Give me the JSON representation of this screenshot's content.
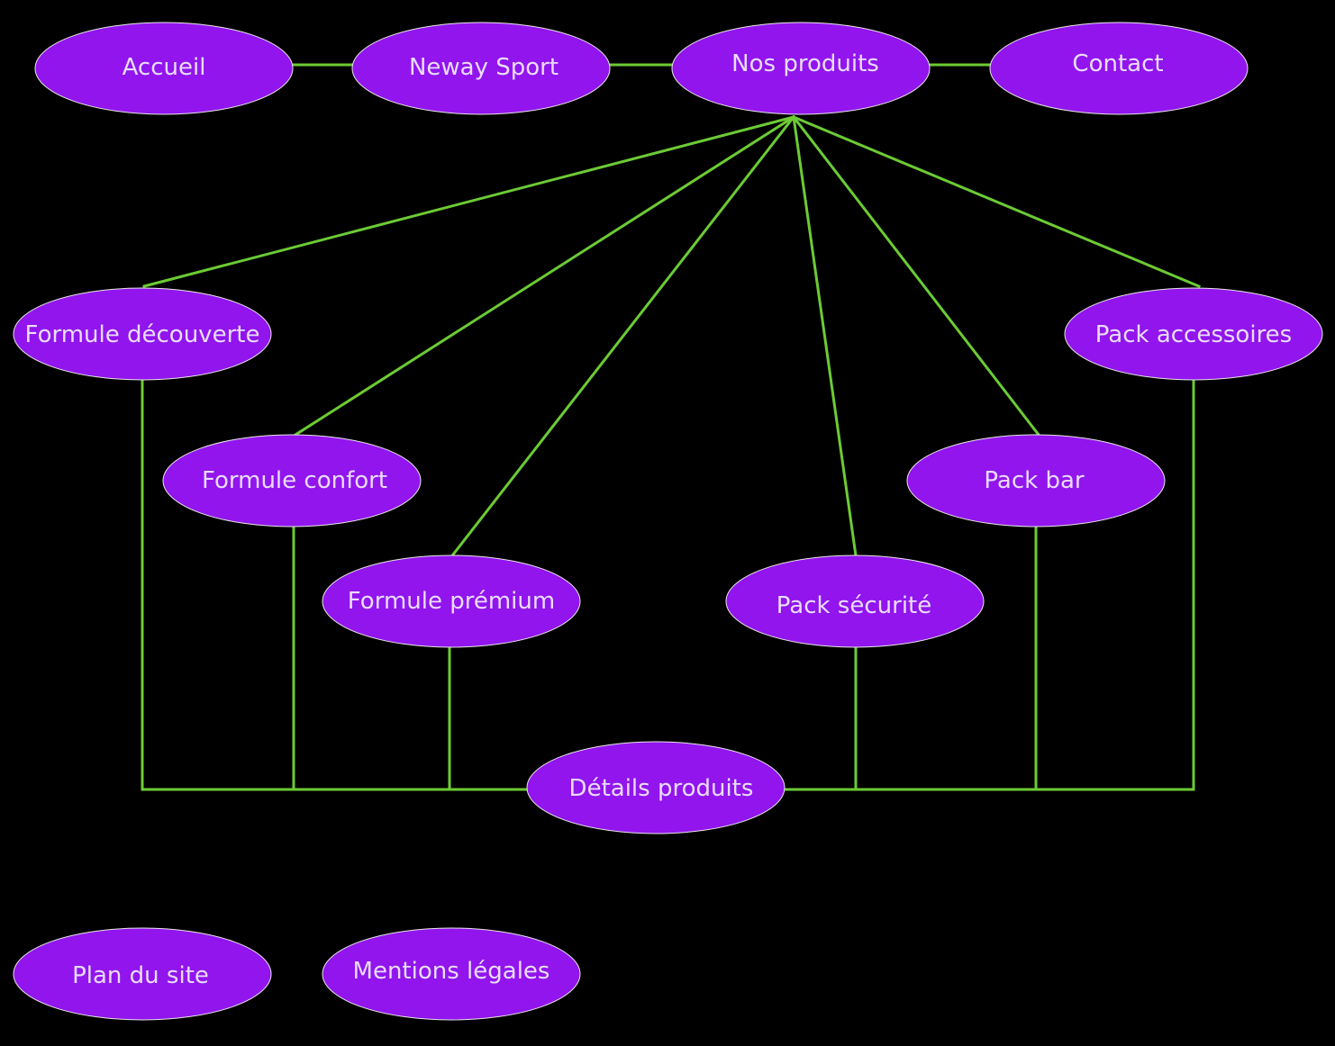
{
  "colors": {
    "background": "#000000",
    "node_fill": "#9115ec",
    "node_text": "#eadcff",
    "edge": "#6ccb34"
  },
  "nodes": {
    "accueil": "Accueil",
    "neway_sport": "Neway Sport",
    "nos_produits": "Nos produits",
    "contact": "Contact",
    "formule_decouverte": "Formule découverte",
    "formule_confort": "Formule confort",
    "formule_premium": "Formule prémium",
    "pack_securite": "Pack sécurité",
    "pack_bar": "Pack bar",
    "pack_accessoires": "Pack accessoires",
    "details_produits": "Détails produits",
    "plan_du_site": "Plan du site",
    "mentions_legales": "Mentions légales"
  }
}
